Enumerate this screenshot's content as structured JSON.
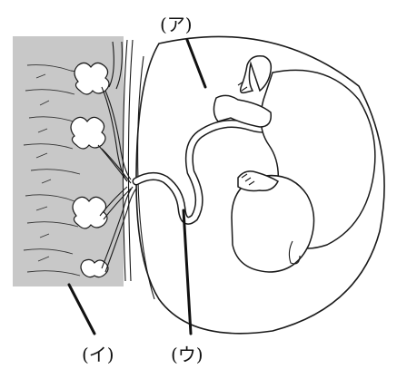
{
  "labels": {
    "a": "(ア)",
    "i": "(イ)",
    "u": "(ウ)"
  },
  "colors": {
    "tissue": "#c8c8c8",
    "line": "#1a1a1a",
    "background": "#ffffff"
  }
}
